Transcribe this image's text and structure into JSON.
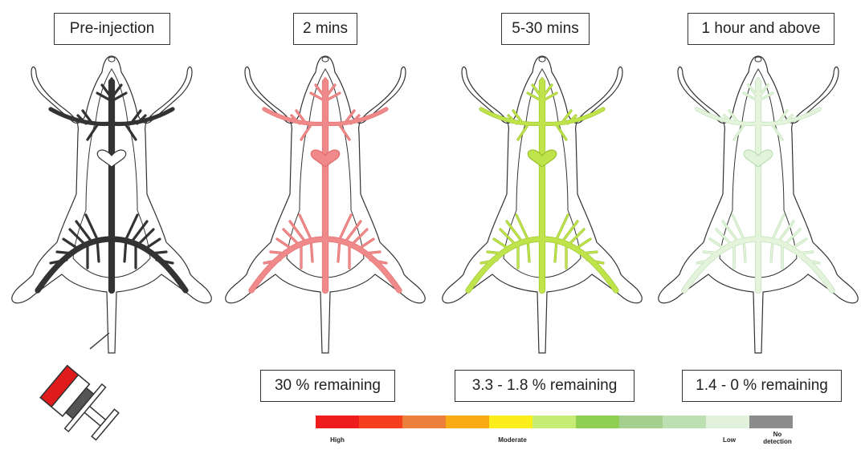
{
  "stages": [
    {
      "id": "pre",
      "label": "Pre-injection",
      "remaining": "",
      "vessel_color": "#ffffff",
      "vessel_stroke": "#333333"
    },
    {
      "id": "2min",
      "label": "2 mins",
      "remaining": "30 % remaining",
      "vessel_color": "#f08a8a",
      "vessel_stroke": "#e06c6c"
    },
    {
      "id": "5-30min",
      "label": "5-30 mins",
      "remaining": "3.3 - 1.8 % remaining",
      "vessel_color": "#bfe34a",
      "vessel_stroke": "#98c22a"
    },
    {
      "id": "1hr",
      "label": "1 hour and above",
      "remaining": "1.4 - 0 % remaining",
      "vessel_color": "#e4f4dc",
      "vessel_stroke": "#b8ddb0"
    }
  ],
  "scale": {
    "colors": [
      "#ee1c1c",
      "#f6401d",
      "#ec7f3a",
      "#f9ab13",
      "#fbee1b",
      "#c6ec73",
      "#8fcf52",
      "#a4cf8d",
      "#bde0b2",
      "#e1f1dc",
      "#8c8c8c"
    ],
    "labels": {
      "high": "High",
      "moderate": "Moderate",
      "low": "Low",
      "none": "No detection"
    }
  },
  "syringe": {
    "barrel_color": "#e01b1b"
  }
}
